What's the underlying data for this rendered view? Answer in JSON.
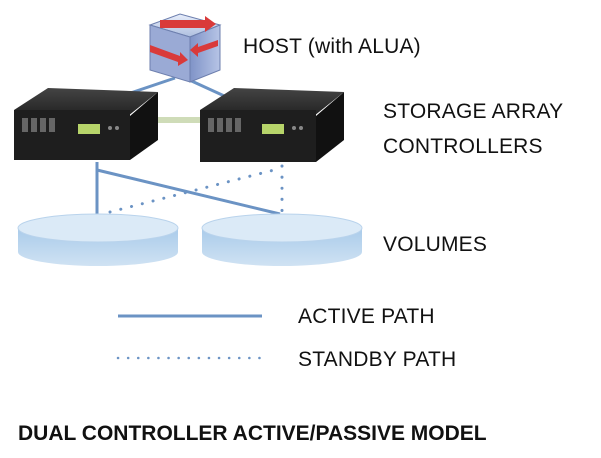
{
  "host": {
    "label": "HOST (with ALUA)",
    "icon": "server-host-icon"
  },
  "controllers": {
    "label_line1": "STORAGE ARRAY",
    "label_line2": "CONTROLLERS"
  },
  "volumes": {
    "label": "VOLUMES"
  },
  "legend": {
    "active_label": "ACTIVE PATH",
    "standby_label": "STANDBY PATH"
  },
  "title": "DUAL CONTROLLER ACTIVE/PASSIVE MODEL",
  "colors": {
    "path": "#6b93c4",
    "volume_fill": "#bcd7ee",
    "volume_top": "#dbeaf7",
    "controller": "#1e1e1e"
  }
}
